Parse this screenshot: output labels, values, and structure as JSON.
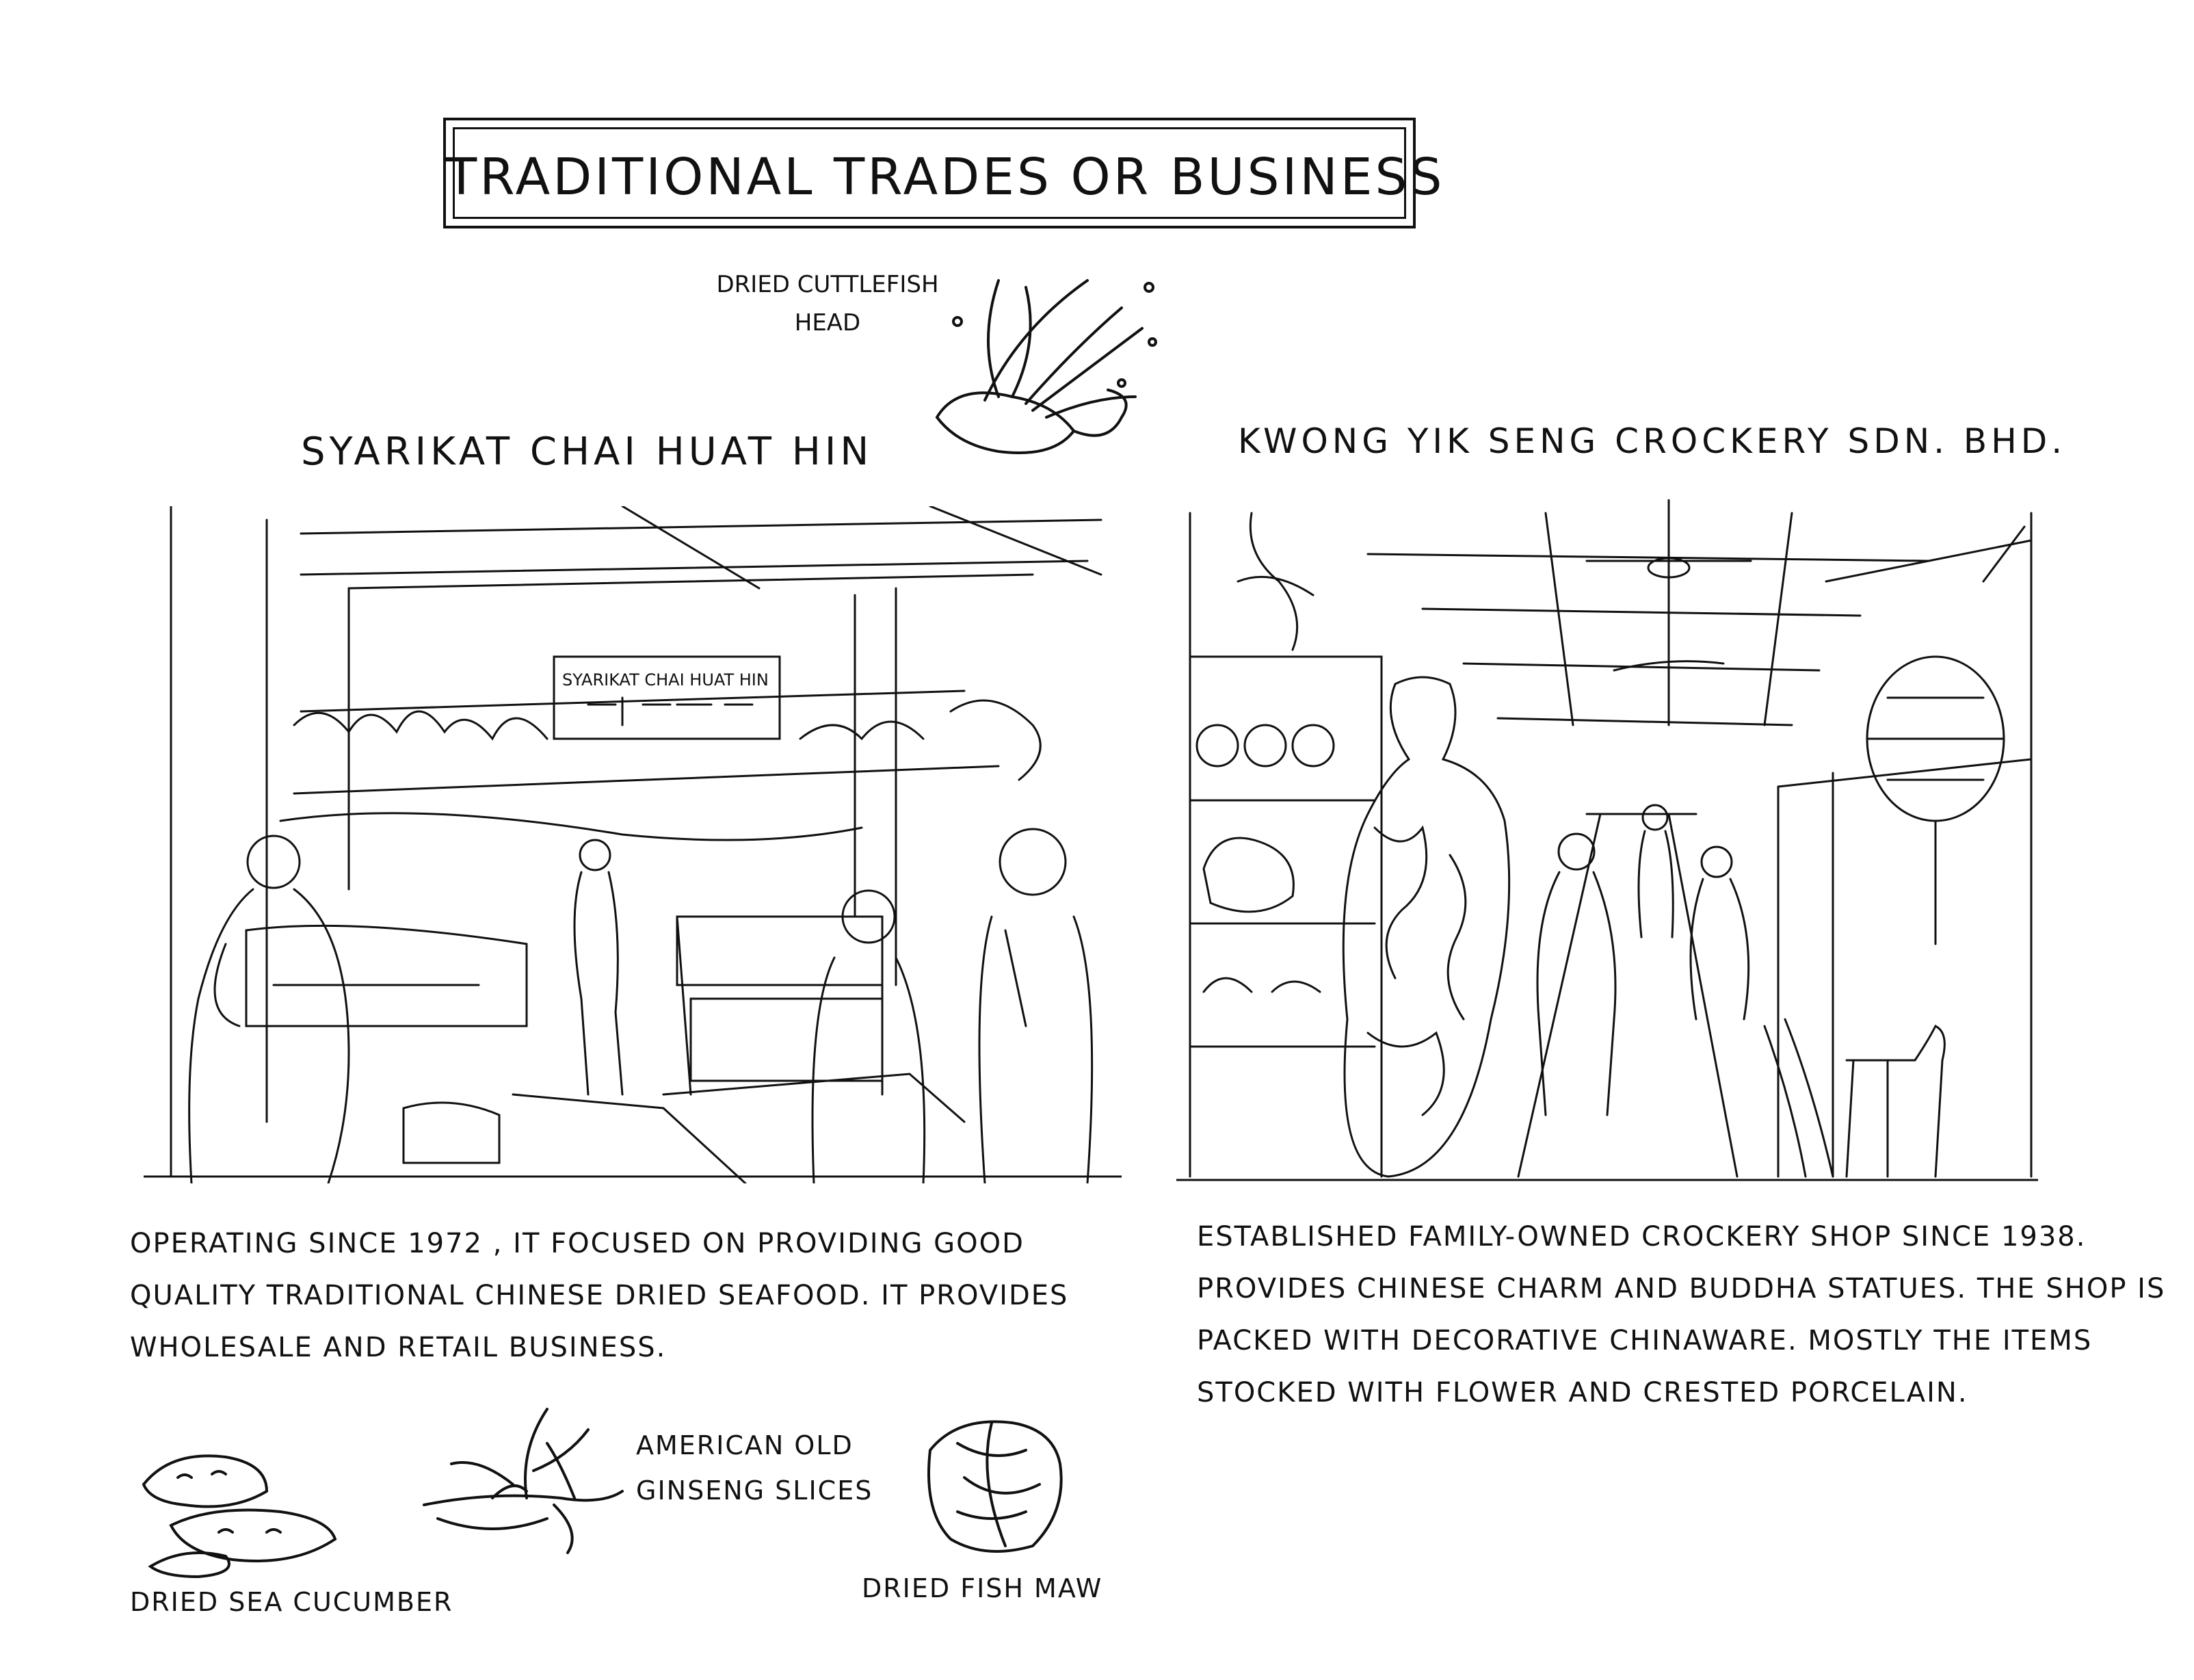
{
  "title": "TRADITIONAL TRADES OR BUSINESS",
  "labels": {
    "cuttlefish": "DRIED CUTTLEFISH HEAD",
    "sea_cucumber": "DRIED SEA CUCUMBER",
    "ginseng": "AMERICAN OLD GINSENG SLICES",
    "fish_maw": "DRIED FISH MAW"
  },
  "left": {
    "heading": "SYARIKAT CHAI HUAT HIN",
    "shop_sign": "SYARIKAT CHAI HUAT HIN",
    "description": "OPERATING SINCE 1972 , IT FOCUSED ON PROVIDING GOOD QUALITY TRADITIONAL CHINESE DRIED SEAFOOD. IT PROVIDES WHOLESALE AND RETAIL BUSINESS."
  },
  "right": {
    "heading": "KWONG YIK SENG CROCKERY SDN. BHD.",
    "description": "ESTABLISHED FAMILY-OWNED CROCKERY SHOP SINCE 1938. PROVIDES CHINESE CHARM AND BUDDHA STATUES. THE SHOP IS PACKED WITH DECORATIVE CHINAWARE. MOSTLY THE ITEMS STOCKED WITH FLOWER AND CRESTED PORCELAIN."
  }
}
